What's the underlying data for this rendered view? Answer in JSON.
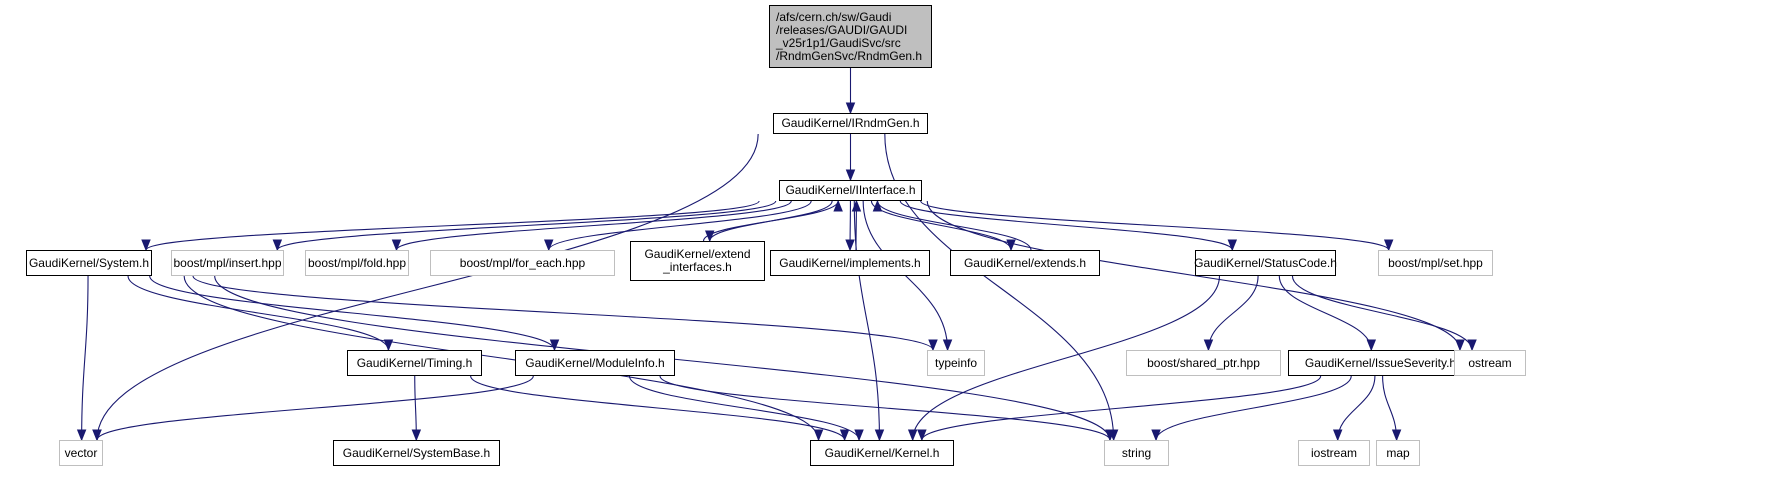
{
  "graph": {
    "title": "Include dependency graph for RndmGen.h",
    "colors": {
      "edge": "#191970",
      "root_fill": "#bfbfbf",
      "internal_border": "#000000",
      "external_border": "#bfbfbf"
    },
    "nodes": [
      {
        "id": "root",
        "label": "/afs/cern.ch/sw/Gaudi\n/releases/GAUDI/GAUDI\n_v25r1p1/GaudiSvc/src\n/RndmGenSvc/RndmGen.h",
        "kind": "root"
      },
      {
        "id": "irndmgen",
        "label": "GaudiKernel/IRndmGen.h",
        "kind": "internal"
      },
      {
        "id": "iinterface",
        "label": "GaudiKernel/IInterface.h",
        "kind": "internal"
      },
      {
        "id": "system",
        "label": "GaudiKernel/System.h",
        "kind": "internal"
      },
      {
        "id": "insert",
        "label": "boost/mpl/insert.hpp",
        "kind": "external"
      },
      {
        "id": "fold",
        "label": "boost/mpl/fold.hpp",
        "kind": "external"
      },
      {
        "id": "foreach",
        "label": "boost/mpl/for_each.hpp",
        "kind": "external"
      },
      {
        "id": "extendif",
        "label": "GaudiKernel/extend\n_interfaces.h",
        "kind": "internal"
      },
      {
        "id": "implements",
        "label": "GaudiKernel/implements.h",
        "kind": "internal"
      },
      {
        "id": "extends",
        "label": "GaudiKernel/extends.h",
        "kind": "internal"
      },
      {
        "id": "statuscode",
        "label": "GaudiKernel/StatusCode.h",
        "kind": "internal"
      },
      {
        "id": "set",
        "label": "boost/mpl/set.hpp",
        "kind": "external"
      },
      {
        "id": "timing",
        "label": "GaudiKernel/Timing.h",
        "kind": "internal"
      },
      {
        "id": "moduleinfo",
        "label": "GaudiKernel/ModuleInfo.h",
        "kind": "internal"
      },
      {
        "id": "typeinfo",
        "label": "typeinfo",
        "kind": "external"
      },
      {
        "id": "sharedptr",
        "label": "boost/shared_ptr.hpp",
        "kind": "external"
      },
      {
        "id": "issueseverity",
        "label": "GaudiKernel/IssueSeverity.h",
        "kind": "internal"
      },
      {
        "id": "ostream",
        "label": "ostream",
        "kind": "external"
      },
      {
        "id": "vector",
        "label": "vector",
        "kind": "external"
      },
      {
        "id": "systembase",
        "label": "GaudiKernel/SystemBase.h",
        "kind": "internal"
      },
      {
        "id": "kernel",
        "label": "GaudiKernel/Kernel.h",
        "kind": "internal"
      },
      {
        "id": "string",
        "label": "string",
        "kind": "external"
      },
      {
        "id": "iostream",
        "label": "iostream",
        "kind": "external"
      },
      {
        "id": "map",
        "label": "map",
        "kind": "external"
      }
    ],
    "edges": [
      [
        "root",
        "irndmgen"
      ],
      [
        "irndmgen",
        "iinterface"
      ],
      [
        "irndmgen",
        "vector"
      ],
      [
        "irndmgen",
        "string"
      ],
      [
        "iinterface",
        "system"
      ],
      [
        "iinterface",
        "insert"
      ],
      [
        "iinterface",
        "fold"
      ],
      [
        "iinterface",
        "foreach"
      ],
      [
        "iinterface",
        "extendif"
      ],
      [
        "extendif",
        "iinterface"
      ],
      [
        "iinterface",
        "implements"
      ],
      [
        "implements",
        "iinterface"
      ],
      [
        "iinterface",
        "extends"
      ],
      [
        "extends",
        "iinterface"
      ],
      [
        "iinterface",
        "statuscode"
      ],
      [
        "iinterface",
        "set"
      ],
      [
        "iinterface",
        "typeinfo"
      ],
      [
        "iinterface",
        "kernel"
      ],
      [
        "iinterface",
        "ostream"
      ],
      [
        "system",
        "vector"
      ],
      [
        "system",
        "timing"
      ],
      [
        "system",
        "moduleinfo"
      ],
      [
        "system",
        "typeinfo"
      ],
      [
        "system",
        "kernel"
      ],
      [
        "system",
        "string"
      ],
      [
        "timing",
        "systembase"
      ],
      [
        "timing",
        "kernel"
      ],
      [
        "moduleinfo",
        "vector"
      ],
      [
        "moduleinfo",
        "kernel"
      ],
      [
        "moduleinfo",
        "string"
      ],
      [
        "statuscode",
        "sharedptr"
      ],
      [
        "statuscode",
        "issueseverity"
      ],
      [
        "statuscode",
        "ostream"
      ],
      [
        "statuscode",
        "kernel"
      ],
      [
        "issueseverity",
        "kernel"
      ],
      [
        "issueseverity",
        "string"
      ],
      [
        "issueseverity",
        "iostream"
      ],
      [
        "issueseverity",
        "map"
      ]
    ]
  }
}
